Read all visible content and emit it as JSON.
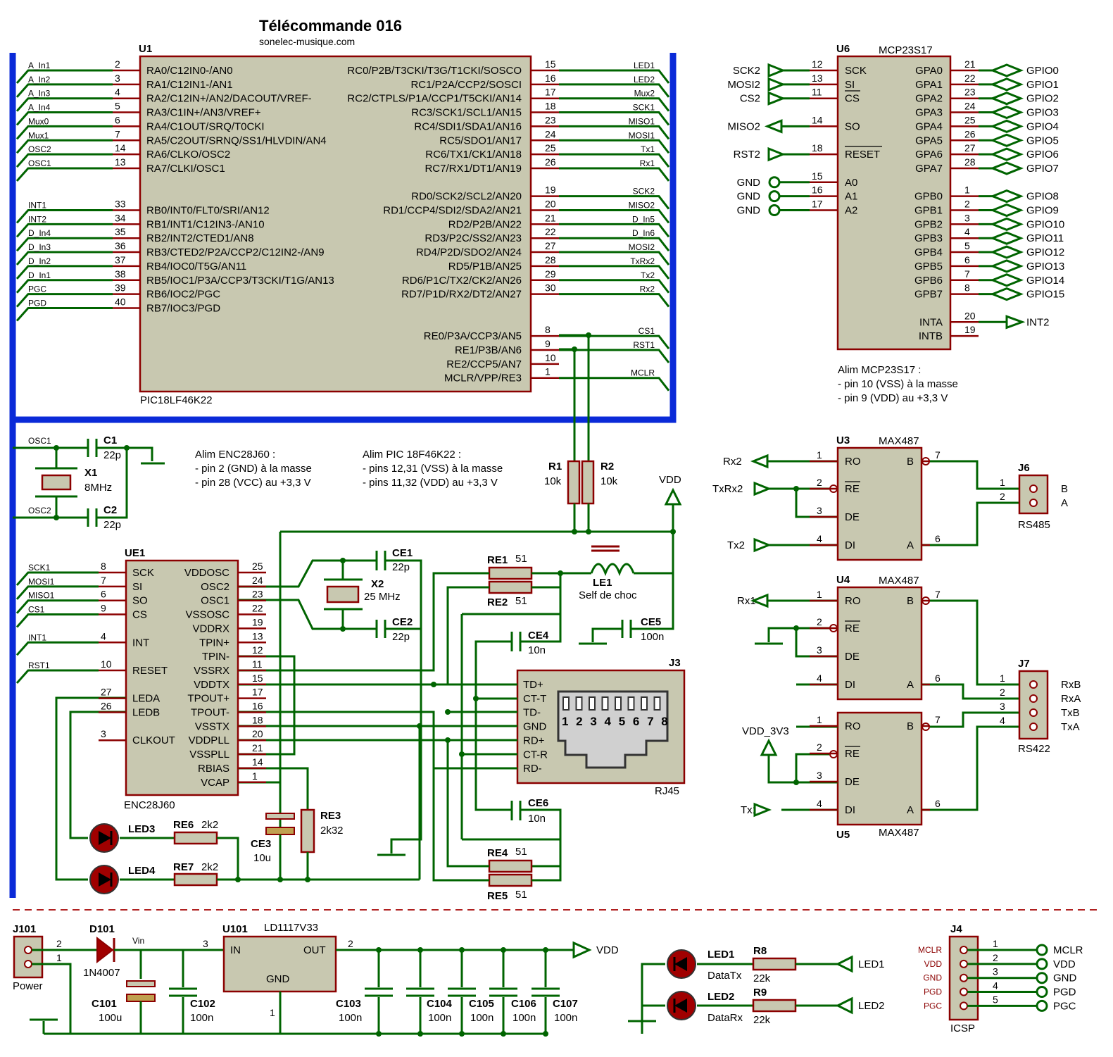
{
  "title": "Télécommande 016",
  "subtitle": "sonelec-musique.com",
  "u1": {
    "ref": "U1",
    "part": "PIC18LF46K22",
    "left_pins": [
      {
        "net": "A_In1",
        "num": "2",
        "name": "RA0/C12IN0-/AN0"
      },
      {
        "net": "A_In2",
        "num": "3",
        "name": "RA1/C12IN1-/AN1"
      },
      {
        "net": "A_In3",
        "num": "4",
        "name": "RA2/C12IN+/AN2/DACOUT/VREF-"
      },
      {
        "net": "A_In4",
        "num": "5",
        "name": "RA3/C1IN+/AN3/VREF+"
      },
      {
        "net": "Mux0",
        "num": "6",
        "name": "RA4/C1OUT/SRQ/T0CKI"
      },
      {
        "net": "Mux1",
        "num": "7",
        "name": "RA5/C2OUT/SRNQ/SS1/HLVDIN/AN4"
      },
      {
        "net": "OSC2",
        "num": "14",
        "name": "RA6/CLKO/OSC2"
      },
      {
        "net": "OSC1",
        "num": "13",
        "name": "RA7/CLKI/OSC1"
      },
      {
        "net": "INT1",
        "num": "33",
        "name": "RB0/INT0/FLT0/SRI/AN12"
      },
      {
        "net": "INT2",
        "num": "34",
        "name": "RB1/INT1/C12IN3-/AN10"
      },
      {
        "net": "D_In4",
        "num": "35",
        "name": "RB2/INT2/CTED1/AN8"
      },
      {
        "net": "D_In3",
        "num": "36",
        "name": "RB3/CTED2/P2A/CCP2/C12IN2-/AN9"
      },
      {
        "net": "D_In2",
        "num": "37",
        "name": "RB4/IOC0/T5G/AN11"
      },
      {
        "net": "D_In1",
        "num": "38",
        "name": "RB5/IOC1/P3A/CCP3/T3CKI/T1G/AN13"
      },
      {
        "net": "PGC",
        "num": "39",
        "name": "RB6/IOC2/PGC"
      },
      {
        "net": "PGD",
        "num": "40",
        "name": "RB7/IOC3/PGD"
      }
    ],
    "right_pins": [
      {
        "net": "LED1",
        "num": "15",
        "name": "RC0/P2B/T3CKI/T3G/T1CKI/SOSCO"
      },
      {
        "net": "LED2",
        "num": "16",
        "name": "RC1/P2A/CCP2/SOSCI"
      },
      {
        "net": "Mux2",
        "num": "17",
        "name": "RC2/CTPLS/P1A/CCP1/T5CKI/AN14"
      },
      {
        "net": "SCK1",
        "num": "18",
        "name": "RC3/SCK1/SCL1/AN15"
      },
      {
        "net": "MISO1",
        "num": "23",
        "name": "RC4/SDI1/SDA1/AN16"
      },
      {
        "net": "MOSI1",
        "num": "24",
        "name": "RC5/SDO1/AN17"
      },
      {
        "net": "Tx1",
        "num": "25",
        "name": "RC6/TX1/CK1/AN18"
      },
      {
        "net": "Rx1",
        "num": "26",
        "name": "RC7/RX1/DT1/AN19"
      },
      {
        "net": "SCK2",
        "num": "19",
        "name": "RD0/SCK2/SCL2/AN20"
      },
      {
        "net": "MISO2",
        "num": "20",
        "name": "RD1/CCP4/SDI2/SDA2/AN21"
      },
      {
        "net": "D_In5",
        "num": "21",
        "name": "RD2/P2B/AN22"
      },
      {
        "net": "D_In6",
        "num": "22",
        "name": "RD3/P2C/SS2/AN23"
      },
      {
        "net": "MOSI2",
        "num": "27",
        "name": "RD4/P2D/SDO2/AN24"
      },
      {
        "net": "TxRx2",
        "num": "28",
        "name": "RD5/P1B/AN25"
      },
      {
        "net": "Tx2",
        "num": "29",
        "name": "RD6/P1C/TX2/CK2/AN26"
      },
      {
        "net": "Rx2",
        "num": "30",
        "name": "RD7/P1D/RX2/DT2/AN27"
      },
      {
        "net": "CS1",
        "num": "8",
        "name": "RE0/P3A/CCP3/AN5"
      },
      {
        "net": "RST1",
        "num": "9",
        "name": "RE1/P3B/AN6"
      },
      {
        "net": "",
        "num": "10",
        "name": "RE2/CCP5/AN7"
      },
      {
        "net": "MCLR",
        "num": "1",
        "name": "MCLR/VPP/RE3"
      }
    ]
  },
  "u6": {
    "ref": "U6",
    "part": "MCP23S17",
    "left_pins": [
      {
        "net": "SCK2",
        "num": "12",
        "name": "SCK"
      },
      {
        "net": "MOSI2",
        "num": "13",
        "name": "SI"
      },
      {
        "net": "CS2",
        "num": "11",
        "name": "CS"
      },
      {
        "net": "MISO2",
        "num": "14",
        "name": "SO"
      },
      {
        "net": "RST2",
        "num": "18",
        "name": "RESET"
      },
      {
        "net": "GND",
        "num": "15",
        "name": "A0"
      },
      {
        "net": "GND",
        "num": "16",
        "name": "A1"
      },
      {
        "net": "GND",
        "num": "17",
        "name": "A2"
      }
    ],
    "right_pins": [
      {
        "net": "GPIO0",
        "num": "21",
        "name": "GPA0"
      },
      {
        "net": "GPIO1",
        "num": "22",
        "name": "GPA1"
      },
      {
        "net": "GPIO2",
        "num": "23",
        "name": "GPA2"
      },
      {
        "net": "GPIO3",
        "num": "24",
        "name": "GPA3"
      },
      {
        "net": "GPIO4",
        "num": "25",
        "name": "GPA4"
      },
      {
        "net": "GPIO5",
        "num": "26",
        "name": "GPA5"
      },
      {
        "net": "GPIO6",
        "num": "27",
        "name": "GPA6"
      },
      {
        "net": "GPIO7",
        "num": "28",
        "name": "GPA7"
      },
      {
        "net": "GPIO8",
        "num": "1",
        "name": "GPB0"
      },
      {
        "net": "GPIO9",
        "num": "2",
        "name": "GPB1"
      },
      {
        "net": "GPIO10",
        "num": "3",
        "name": "GPB2"
      },
      {
        "net": "GPIO11",
        "num": "4",
        "name": "GPB3"
      },
      {
        "net": "GPIO12",
        "num": "5",
        "name": "GPB4"
      },
      {
        "net": "GPIO13",
        "num": "6",
        "name": "GPB5"
      },
      {
        "net": "GPIO14",
        "num": "7",
        "name": "GPB6"
      },
      {
        "net": "GPIO15",
        "num": "8",
        "name": "GPB7"
      },
      {
        "net": "INT2",
        "num": "20",
        "name": "INTA"
      },
      {
        "net": "",
        "num": "19",
        "name": "INTB"
      }
    ],
    "notes": [
      "Alim MCP23S17 :",
      "- pin 10 (VSS) à la masse",
      "- pin 9 (VDD) au +3,3 V"
    ]
  },
  "ue1": {
    "ref": "UE1",
    "part": "ENC28J60",
    "left_pins": [
      {
        "net": "SCK1",
        "num": "8",
        "name": "SCK"
      },
      {
        "net": "MOSI1",
        "num": "7",
        "name": "SI"
      },
      {
        "net": "MISO1",
        "num": "6",
        "name": "SO"
      },
      {
        "net": "CS1",
        "num": "9",
        "name": "CS"
      },
      {
        "net": "INT1",
        "num": "4",
        "name": "INT"
      },
      {
        "net": "RST1",
        "num": "10",
        "name": "RESET"
      },
      {
        "net": "",
        "num": "27",
        "name": "LEDA"
      },
      {
        "net": "",
        "num": "26",
        "name": "LEDB"
      },
      {
        "net": "",
        "num": "3",
        "name": "CLKOUT"
      }
    ],
    "right_pins": [
      {
        "num": "25",
        "name": "VDDOSC"
      },
      {
        "num": "24",
        "name": "OSC2"
      },
      {
        "num": "23",
        "name": "OSC1"
      },
      {
        "num": "22",
        "name": "VSSOSC"
      },
      {
        "num": "19",
        "name": "VDDRX"
      },
      {
        "num": "13",
        "name": "TPIN+"
      },
      {
        "num": "12",
        "name": "TPIN-"
      },
      {
        "num": "11",
        "name": "VSSRX"
      },
      {
        "num": "15",
        "name": "VDDTX"
      },
      {
        "num": "17",
        "name": "TPOUT+"
      },
      {
        "num": "16",
        "name": "TPOUT-"
      },
      {
        "num": "18",
        "name": "VSSTX"
      },
      {
        "num": "20",
        "name": "VDDPLL"
      },
      {
        "num": "21",
        "name": "VSSPLL"
      },
      {
        "num": "14",
        "name": "RBIAS"
      },
      {
        "num": "1",
        "name": "VCAP"
      }
    ],
    "notes": [
      "Alim ENC28J60 :",
      "- pin 2 (GND) à la masse",
      "- pin 28 (VCC) au +3,3 V"
    ]
  },
  "pic_notes": [
    "Alim PIC 18F46K22 :",
    "- pins 12,31 (VSS) à la masse",
    "- pins 11,32 (VDD) au +3,3 V"
  ],
  "osc": {
    "osc1": "OSC1",
    "osc2": "OSC2",
    "c1": "C1",
    "c1v": "22p",
    "c2": "C2",
    "c2v": "22p",
    "x1": "X1",
    "x1v": "8MHz"
  },
  "eth": {
    "x2": "X2",
    "x2v": "25 MHz",
    "ce1": "CE1",
    "ce1v": "22p",
    "ce2": "CE2",
    "ce2v": "22p",
    "re1": "RE1",
    "re1v": "51",
    "re2": "RE2",
    "re2v": "51",
    "re4": "RE4",
    "re4v": "51",
    "re5": "RE5",
    "re5v": "51",
    "le1": "LE1",
    "le1v": "Self de choc",
    "ce4": "CE4",
    "ce4v": "10n",
    "ce5": "CE5",
    "ce5v": "100n",
    "ce6": "CE6",
    "ce6v": "10n",
    "ce3": "CE3",
    "ce3v": "10u",
    "re3": "RE3",
    "re3v": "2k32",
    "re6": "RE6",
    "re6v": "2k2",
    "re7": "RE7",
    "re7v": "2k2",
    "led3": "LED3",
    "led4": "LED4",
    "vdd": "VDD",
    "r1": "R1",
    "r1v": "10k",
    "r2": "R2",
    "r2v": "10k"
  },
  "j3": {
    "ref": "J3",
    "part": "RJ45",
    "pins": [
      "TD+",
      "CT-T",
      "TD-",
      "GND",
      "RD+",
      "CT-R",
      "RD-"
    ],
    "digits": "1 2 3 4 5 6 7 8"
  },
  "u3": {
    "ref": "U3",
    "part": "MAX487",
    "in": [
      "Rx2",
      "TxRx2",
      "Tx2"
    ]
  },
  "u4": {
    "ref": "U4",
    "part": "MAX487",
    "in": [
      "Rx1"
    ]
  },
  "u5": {
    "ref": "U5",
    "part": "MAX487",
    "in": [
      "VDD_3V3",
      "Tx1"
    ]
  },
  "max_pins": {
    "ro": "RO",
    "re": "RE",
    "de": "DE",
    "di": "DI",
    "b": "B",
    "a": "A",
    "n1": "1",
    "n2": "2",
    "n3": "3",
    "n4": "4",
    "n6": "6",
    "n7": "7"
  },
  "j6": {
    "ref": "J6",
    "part": "RS485",
    "labels": [
      "B",
      "A"
    ],
    "nums": [
      "1",
      "2"
    ]
  },
  "j7": {
    "ref": "J7",
    "part": "RS422",
    "labels": [
      "RxB",
      "RxA",
      "TxB",
      "TxA"
    ],
    "nums": [
      "1",
      "2",
      "3",
      "4"
    ]
  },
  "power": {
    "j101": "J101",
    "j101v": "Power",
    "d101": "D101",
    "d101v": "1N4007",
    "vin": "Vin",
    "u101": "U101",
    "u101v": "LD1117V33",
    "in": "IN",
    "out": "OUT",
    "gnd": "GND",
    "c101": "C101",
    "c101v": "100u",
    "c102": "C102",
    "c102v": "100n",
    "c103": "C103",
    "c103v": "100n",
    "c104": "C104",
    "c104v": "100n",
    "c105": "C105",
    "c105v": "100n",
    "c106": "C106",
    "c106v": "100n",
    "c107": "C107",
    "c107v": "100n",
    "vdd": "VDD",
    "p1": "1",
    "p2": "2",
    "p3": "3"
  },
  "leds": {
    "led1": "LED1",
    "led1v": "DataTx",
    "led2": "LED2",
    "led2v": "DataRx",
    "r8": "R8",
    "r8v": "22k",
    "r9": "R9",
    "r9v": "22k"
  },
  "j4": {
    "ref": "J4",
    "part": "ICSP",
    "pins": [
      "MCLR",
      "VDD",
      "GND",
      "PGD",
      "PGC"
    ],
    "nums": [
      "1",
      "2",
      "3",
      "4",
      "5"
    ]
  }
}
